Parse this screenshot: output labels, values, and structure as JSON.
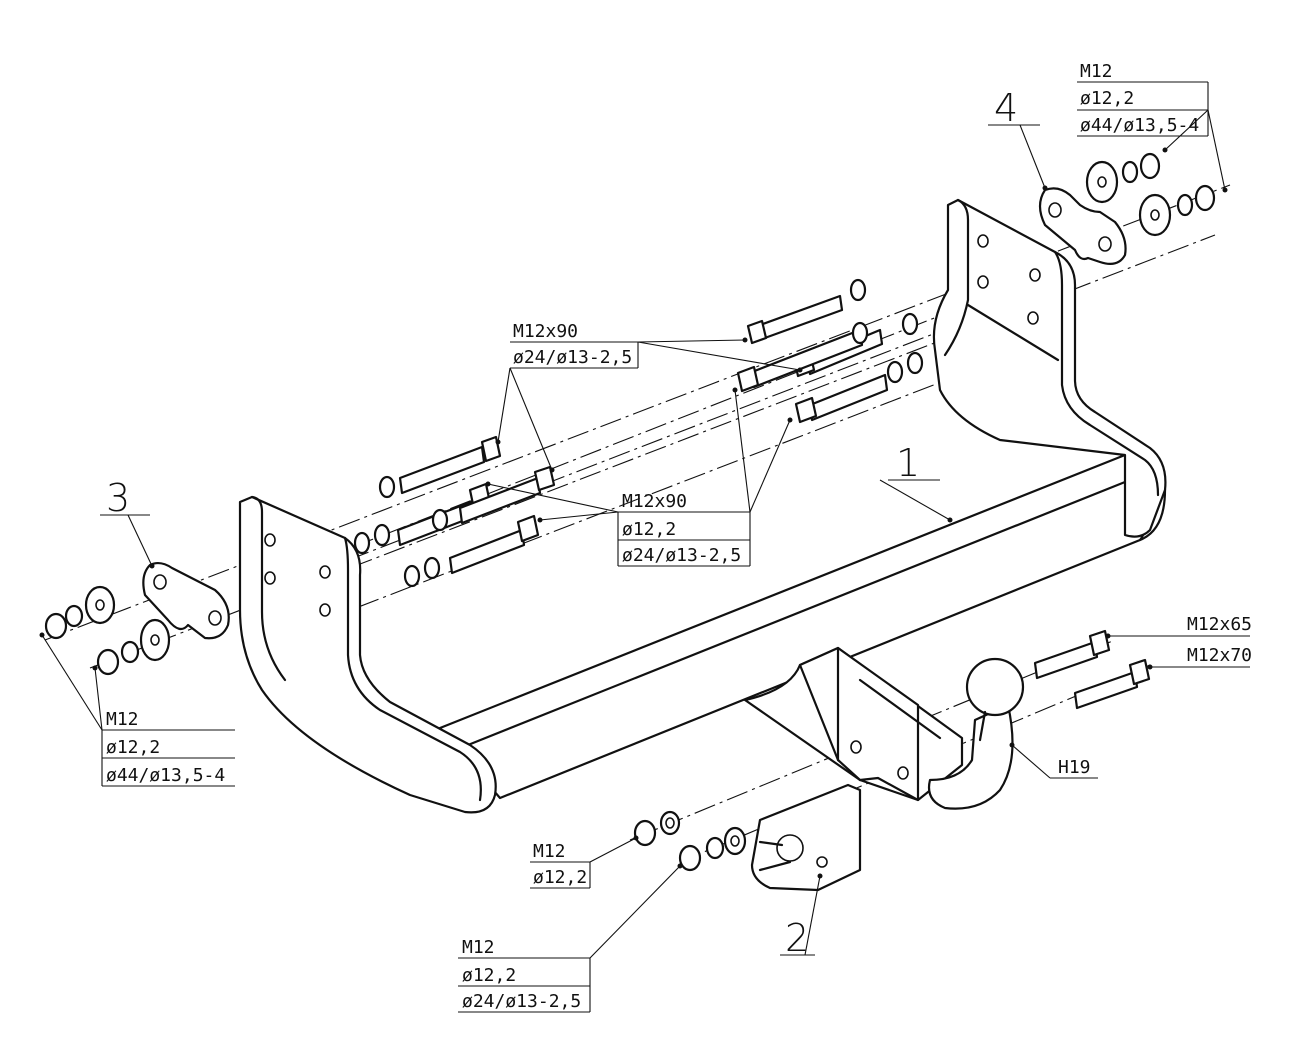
{
  "parts": {
    "p1": "1",
    "p2": "2",
    "p3": "3",
    "p4": "4"
  },
  "callouts": {
    "top_right": [
      "M12",
      "ø12,2",
      "ø44/ø13,5-4"
    ],
    "left": [
      "M12",
      "ø12,2",
      "ø44/ø13,5-4"
    ],
    "upper_bolts": [
      "M12x90",
      "ø24/ø13-2,5"
    ],
    "middle_bolts": [
      "M12x90",
      "ø12,2",
      "ø24/ø13-2,5"
    ],
    "ball_bolt_a": "M12x65",
    "ball_bolt_b": "M12x70",
    "ball": "H19",
    "socket_nut": [
      "M12",
      "ø12,2"
    ],
    "socket_bottom": [
      "M12",
      "ø12,2",
      "ø24/ø13-2,5"
    ]
  }
}
